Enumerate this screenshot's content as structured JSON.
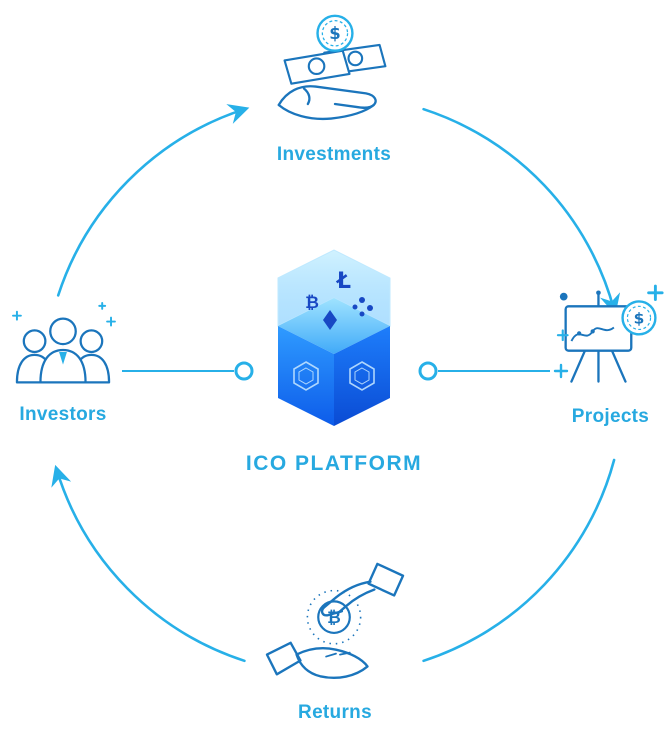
{
  "center": {
    "title": "ICO PLATFORM",
    "symbols": {
      "litecoin": "Ł",
      "bitcoin": "₿"
    },
    "icons": [
      "litecoin-symbol",
      "bitcoin-symbol",
      "ethereum-symbol",
      "network-cluster-icon",
      "isometric-cube-icon"
    ]
  },
  "nodes": {
    "investments": {
      "label": "Investments",
      "coin_symbol": "$",
      "icon": "money-in-hand-icon"
    },
    "projects": {
      "label": "Projects",
      "coin_symbol": "$",
      "icon": "presentation-chart-icon"
    },
    "returns": {
      "label": "Returns",
      "coin_symbol": "₿",
      "icon": "hands-bitcoin-icon"
    },
    "investors": {
      "label": "Investors",
      "icon": "people-group-icon"
    }
  },
  "flow": {
    "direction": "clockwise",
    "sequence": [
      "Investors",
      "Investments",
      "Projects",
      "Returns"
    ]
  },
  "colors": {
    "accent": "#27b0e8",
    "icon_stroke": "#1b75bc",
    "cube_symbol": "#1848c4",
    "cube_gradient_light": "#9fe3ff",
    "cube_gradient_dark": "#0a4bd4",
    "background": "#ffffff"
  }
}
